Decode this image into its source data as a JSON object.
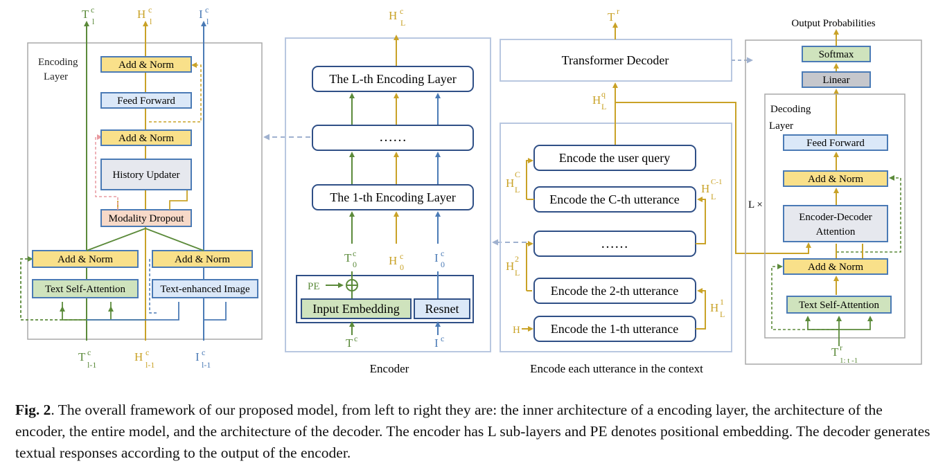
{
  "colors": {
    "green": "#5b8a3a",
    "gold": "#c9a227",
    "blue": "#4a7ab5",
    "pink": "#e89aa0",
    "frame": "#b8c7e0",
    "panel_border": "#a9a9a9",
    "yellow_fill": "#f9e08a",
    "green_fill": "#cfe3bd",
    "blue_fill": "#dbe8f8",
    "grey_fill": "#e6e8ee",
    "pink_fill": "#f7d9c8",
    "linear_fill": "#c6c7cc"
  },
  "encoding_layer": {
    "title": [
      "Encoding",
      "Layer"
    ],
    "add_norm": "Add & Norm",
    "feed_forward": "Feed Forward",
    "history_updater": "History Updater",
    "modality_dropout": "Modality Dropout",
    "text_self_attention": "Text Self-Attention",
    "text_enhanced_image": "Text-enhanced Image",
    "out_t": {
      "base": "T",
      "sup": "c",
      "sub": "l"
    },
    "out_h": {
      "base": "H",
      "sup": "c",
      "sub": "l"
    },
    "out_i": {
      "base": "I",
      "sup": "c",
      "sub": "l"
    },
    "in_t": {
      "base": "T",
      "sup": "c",
      "sub": "l-1"
    },
    "in_h": {
      "base": "H",
      "sup": "c",
      "sub": "l-1"
    },
    "in_i": {
      "base": "I",
      "sup": "c",
      "sub": "l-1"
    }
  },
  "encoder": {
    "title": "Encoder",
    "layer_l": "The L-th Encoding Layer",
    "dots": "……",
    "layer_1": "The 1-th Encoding Layer",
    "pe": "PE",
    "input_embedding": "Input Embedding",
    "resnet": "Resnet",
    "out_h": {
      "base": "H",
      "sup": "c",
      "sub": "L"
    },
    "t0": {
      "base": "T",
      "sup": "c",
      "sub": "0"
    },
    "h0": {
      "base": "H",
      "sup": "c",
      "sub": "0"
    },
    "i0": {
      "base": "I",
      "sup": "c",
      "sub": "0"
    },
    "in_t": {
      "base": "T",
      "sup": "c"
    },
    "in_i": {
      "base": "I",
      "sup": "c"
    }
  },
  "context": {
    "title": "Encode each utterance in the context",
    "transformer_decoder": "Transformer Decoder",
    "out_t": {
      "base": "T",
      "sup": "r"
    },
    "hq": {
      "base": "H",
      "sup": "q",
      "sub": "L"
    },
    "encode_query": "Encode the user query",
    "encode_c": "Encode the C-th utterance",
    "dots": "……",
    "encode_2": "Encode the 2-th utterance",
    "encode_1": "Encode the 1-th utterance",
    "h_c": {
      "base": "H",
      "sup": "C",
      "sub": "L"
    },
    "h_c1": {
      "base": "H",
      "sup": "C-1",
      "sub": "L"
    },
    "h_2": {
      "base": "H",
      "sup": "2",
      "sub": "L"
    },
    "h_1": {
      "base": "H",
      "sup": "1",
      "sub": "L"
    },
    "h_in": "H"
  },
  "decoder": {
    "output_probabilities": "Output Probabilities",
    "softmax": "Softmax",
    "linear": "Linear",
    "title": [
      "Decoding",
      "Layer"
    ],
    "feed_forward": "Feed Forward",
    "add_norm": "Add & Norm",
    "enc_dec_attention": [
      "Encoder-Decoder",
      "Attention"
    ],
    "text_self_attention": "Text Self-Attention",
    "repeat": "L ×",
    "in_t": {
      "base": "T",
      "sup": "r",
      "sub": "1: t -1"
    }
  },
  "caption": {
    "label": "Fig. 2",
    "text": ". The overall framework of our proposed model, from left to right they are: the inner architecture of a encoding layer, the architecture of the encoder, the entire model, and the architecture of the decoder. The encoder has L sub-layers and PE denotes positional embedding. The decoder generates textual responses according to the output of the encoder."
  }
}
